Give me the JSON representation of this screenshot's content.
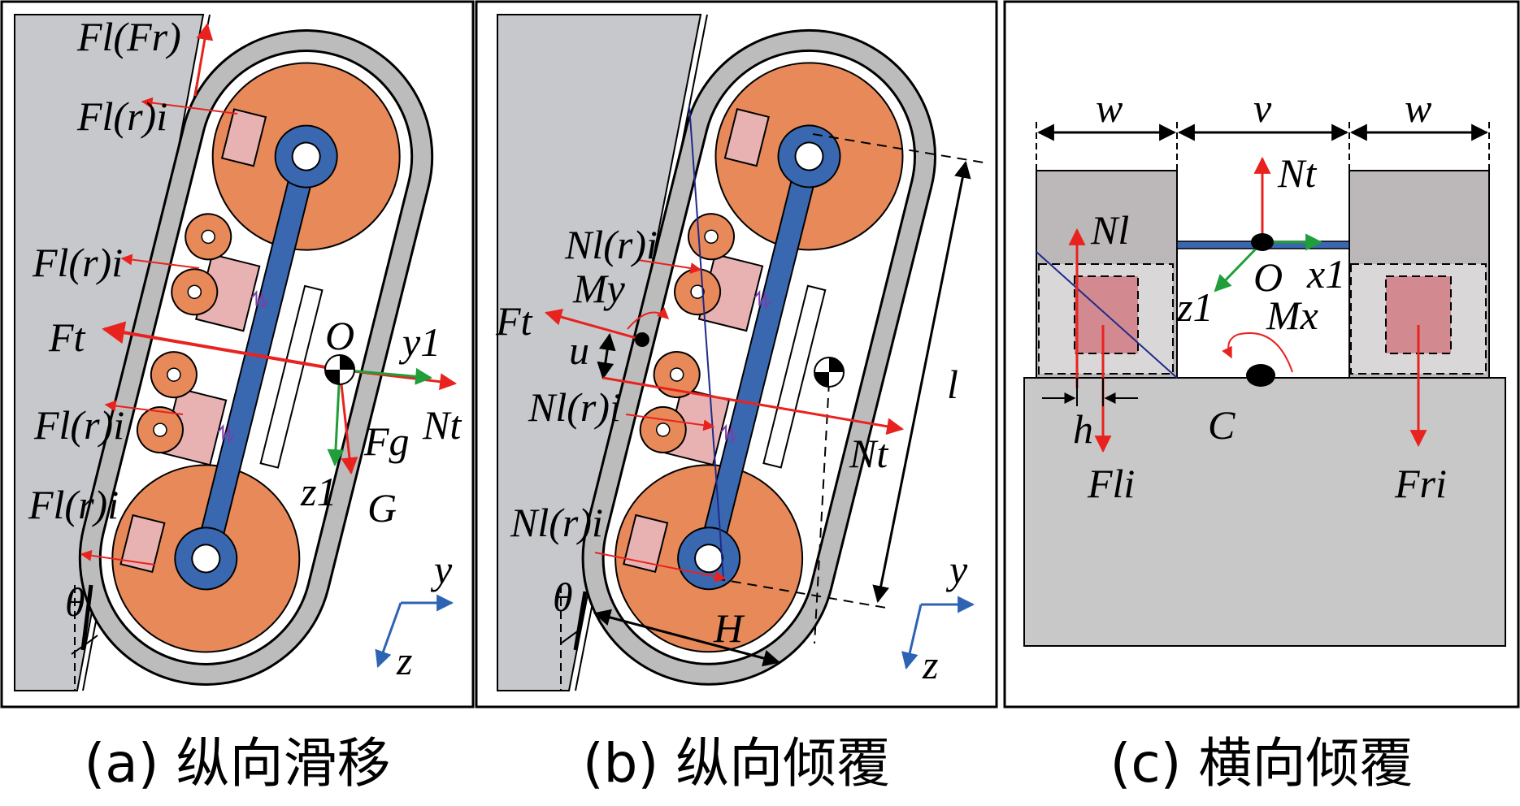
{
  "panels": {
    "a": {
      "caption": "(a) 纵向滑移",
      "labels": {
        "f_top": "Fl(Fr)",
        "f_pad_top": "Fl(r)i",
        "f_roller_1": "Fl(r)i",
        "f_t": "Ft",
        "o": "O",
        "y1": "y1",
        "f_roller_2": "Fl(r)i",
        "n_t": "Nt",
        "f_g": "Fg",
        "z1": "z1",
        "g": "G",
        "f_pad_bottom": "Fl(r)i",
        "y": "y",
        "theta": "θ",
        "z": "z"
      }
    },
    "b": {
      "caption": "(b) 纵向倾覆",
      "labels": {
        "n_roller_1": "Nl(r)i",
        "m_y": "My",
        "f_t": "Ft",
        "u": "u",
        "n_roller_2": "Nl(r)i",
        "l": "l",
        "n_t": "Nt",
        "n_pad_bottom": "Nl(r)i",
        "y": "y",
        "theta": "θ",
        "h_cap": "H",
        "z": "z"
      }
    },
    "c": {
      "caption": "(c) 横向倾覆",
      "labels": {
        "w_left": "w",
        "v": "v",
        "w_right": "w",
        "n_t": "Nt",
        "n_l": "Nl",
        "o": "O",
        "x1": "x1",
        "z1": "z1",
        "m_x": "Mx",
        "h": "h",
        "c": "C",
        "f_li": "Fli",
        "f_ri": "Fri"
      }
    }
  },
  "colors": {
    "wall": "#c6c8cb",
    "track": "#bdbcbd",
    "wheel": "#e8895a",
    "hub": "#3a68b0",
    "pad": "#e8b2b2",
    "force": "#e8231f",
    "axis_green": "#1f9e3a",
    "axis_blue": "#2e63b4",
    "spring": "#7a3ea8",
    "ground": "#c8c8c8",
    "block": "#bcb8b9",
    "block_inner": "#d28a90"
  }
}
